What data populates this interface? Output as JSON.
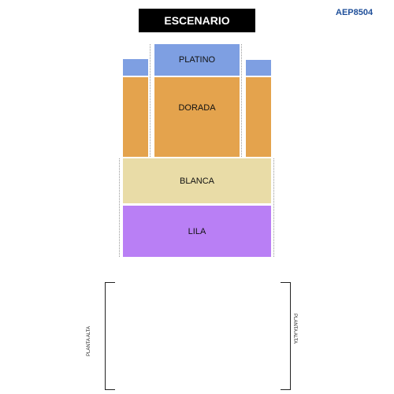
{
  "stage": {
    "label": "ESCENARIO"
  },
  "map_code": "AEP8504",
  "zones": {
    "platino": {
      "label": "PLATINO",
      "color": "#7e9fe2"
    },
    "dorada": {
      "label": "DORADA",
      "color": "#e4a34d"
    },
    "blanca": {
      "label": "BLANCA",
      "color": "#e9dca7"
    },
    "lila": {
      "label": "LILA",
      "color": "#b97ff5"
    }
  },
  "upper_floor": {
    "left_label": "PLANTA ALTA",
    "right_label": "PLANTA ALTA"
  }
}
